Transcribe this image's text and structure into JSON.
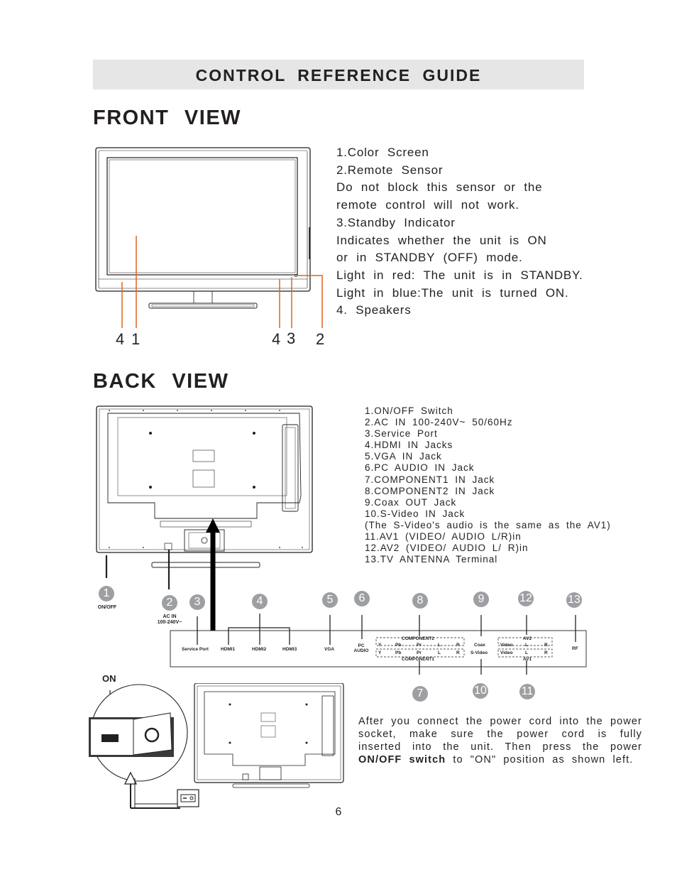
{
  "header": {
    "title": "CONTROL  REFERENCE  GUIDE"
  },
  "front": {
    "title": "FRONT  VIEW",
    "items": [
      "1.Color  Screen",
      "2.Remote  Sensor",
      "Do  not  block  this  sensor  or  the",
      " remote  control  will  not  work.",
      "3.Standby  Indicator",
      "Indicates  whether  the  unit  is  ON",
      "or  in  STANDBY  (OFF)  mode.",
      "Light in  red:  The  unit  is  in  STANDBY.",
      "Light  in blue:The  unit  is  turned  ON.",
      "4. Speakers"
    ],
    "callouts": [
      "4",
      "1",
      "4",
      "3",
      "2"
    ]
  },
  "back": {
    "title": "BACK  VIEW",
    "items": [
      "1.ON/OFF  Switch",
      "2.AC  IN  100-240V~  50/60Hz",
      "3.Service  Port",
      "4.HDMI  IN  Jacks",
      "5.VGA  IN  Jack",
      "6.PC  AUDIO  IN  Jack",
      "7.COMPONENT1  IN  Jack",
      "8.COMPONENT2  IN  Jack",
      "9.Coax  OUT  Jack",
      "10.S-Video  IN  Jack",
      "(The  S-Video's  audio  is  the  same  as  the  AV1)",
      "11.AV1  (VIDEO/    AUDIO  L/R)in",
      "12.AV2  (VIDEO/  AUDIO  L/  R)in",
      "13.TV  ANTENNA  Terminal"
    ],
    "circles": [
      "1",
      "2",
      "3",
      "4",
      "5",
      "6",
      "8",
      "9",
      "12",
      "13",
      "7",
      "10",
      "11"
    ],
    "labels": {
      "onoff": "ON/OFF",
      "acin": "AC IN\n100-240V~",
      "service": "Service Port",
      "hdmi1": "HDMI1",
      "hdmi2": "HDMI2",
      "hdmi3": "HDMI3",
      "vga": "VGA",
      "pcaudio": "PC\nAUDIO",
      "component2": "COMPONENT2",
      "component1": "COMPONENT1",
      "coax": "Coax",
      "svideo": "S-Video",
      "av2": "AV2",
      "av1": "AV1",
      "rf": "RF",
      "y": "Y",
      "pb": "Pb",
      "pr": "Pr",
      "l": "L",
      "r": "R",
      "video": "Video"
    }
  },
  "switch": {
    "on_label": "ON"
  },
  "instructions": {
    "before": "After  you  connect  the  power  cord  into  the  power  socket,  make  sure  the  power  cord  is  fully  inserted  into  the  unit.  Then  press  the  power ",
    "bold": "ON/OFF   switch",
    "middle": " to ",
    "quoted": "\"ON\"",
    "after": "  position  as  shown  left."
  },
  "page": {
    "number": "6"
  },
  "colors": {
    "accent": "#e0651d",
    "banner": "#e6e6e7",
    "circle": "#9d9fa2",
    "text": "#231f20"
  }
}
